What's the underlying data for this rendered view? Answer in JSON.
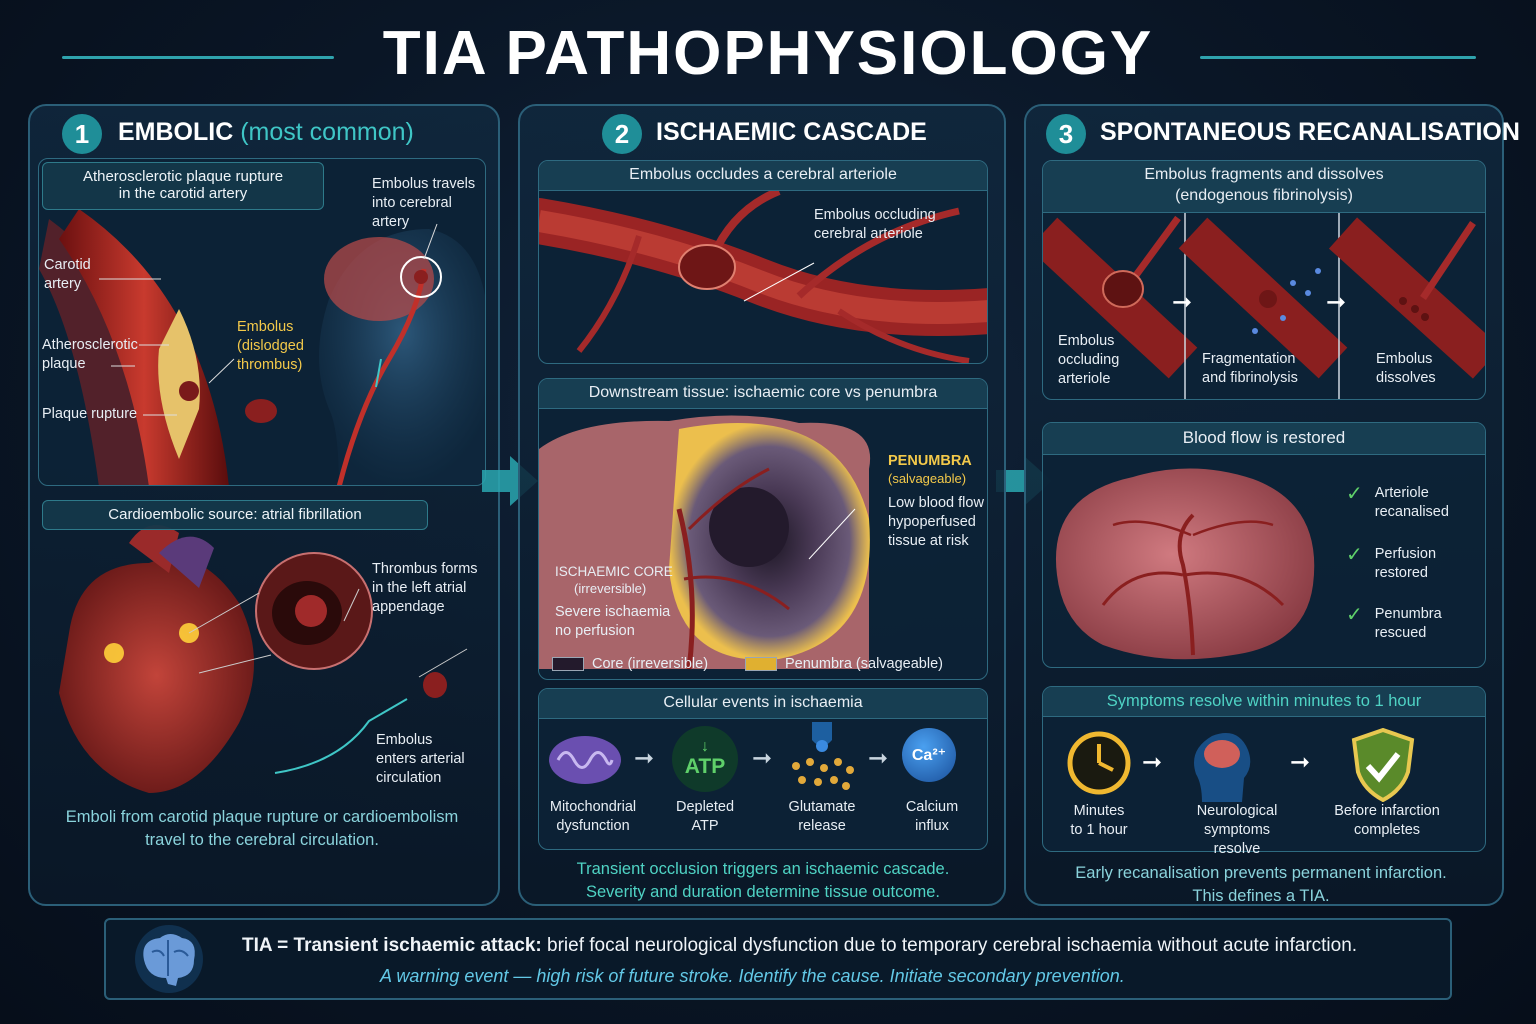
{
  "title": "TIA PATHOPHYSIOLOGY",
  "colors": {
    "accent": "#2fa3ad",
    "highlight": "#3fc6c6",
    "penumbra": "#f3c94a",
    "check": "#5fd06a"
  },
  "panel1": {
    "number": "1",
    "title_main": "EMBOLIC",
    "title_highlight": "(most common)",
    "carotid_box": [
      "Atherosclerotic plaque rupture",
      "in the carotid artery"
    ],
    "labels": {
      "carotid_artery": [
        "Carotid",
        "artery"
      ],
      "plaque": [
        "Atherosclerotic",
        "plaque"
      ],
      "plaque_rupture": "Plaque rupture",
      "embolus": [
        "Embolus",
        "(dislodged",
        "thrombus)"
      ],
      "embolus_travels": [
        "Embolus travels",
        "into cerebral",
        "artery"
      ]
    },
    "cardio_box": "Cardioembolic source: atrial fibrillation",
    "cardio_labels": {
      "thrombus": [
        "Thrombus forms",
        "in the left atrial",
        "appendage"
      ],
      "embolus_enters": [
        "Embolus",
        "enters arterial",
        "circulation"
      ]
    },
    "caption": [
      "Emboli from carotid plaque rupture or cardioembolism",
      "travel to the cerebral circulation."
    ]
  },
  "panel2": {
    "number": "2",
    "title": "ISCHAEMIC CASCADE",
    "occlusion_head": "Embolus occludes a cerebral arteriole",
    "occlusion_label": [
      "Embolus occluding",
      "cerebral arteriole"
    ],
    "tissue_head": "Downstream tissue: ischaemic core vs penumbra",
    "penumbra": {
      "title": "PENUMBRA",
      "sub": "(salvageable)",
      "desc": [
        "Low blood flow",
        "hypoperfused",
        "tissue at risk"
      ]
    },
    "core": {
      "title": "ISCHAEMIC CORE",
      "sub": "(irreversible)",
      "desc": [
        "Severe ischaemia",
        "no perfusion"
      ]
    },
    "legend": {
      "core": "Core (irreversible)",
      "penumbra": "Penumbra (salvageable)"
    },
    "cellular_head": "Cellular events in ischaemia",
    "cellular_events": [
      {
        "icon": "mitochondrion-icon",
        "label": [
          "Mitochondrial",
          "dysfunction"
        ]
      },
      {
        "icon": "atp-icon",
        "text": "ATP",
        "label": [
          "Depleted",
          "ATP"
        ]
      },
      {
        "icon": "glutamate-icon",
        "label": [
          "Glutamate",
          "release"
        ]
      },
      {
        "icon": "calcium-icon",
        "text": "Ca²⁺",
        "label": [
          "Calcium",
          "influx"
        ]
      }
    ],
    "caption": [
      "Transient occlusion triggers an ischaemic cascade.",
      "Severity and duration determine tissue outcome."
    ]
  },
  "panel3": {
    "number": "3",
    "title": "SPONTANEOUS RECANALISATION",
    "frag_head": [
      "Embolus fragments and dissolves",
      "(endogenous fibrinolysis)"
    ],
    "frag_steps": [
      [
        "Embolus",
        "occluding",
        "arteriole"
      ],
      [
        "Fragmentation",
        "and fibrinolysis"
      ],
      [
        "Embolus",
        "dissolves"
      ]
    ],
    "flow_head": "Blood flow is restored",
    "checks": [
      [
        "Arteriole",
        "recanalised"
      ],
      [
        "Perfusion",
        "restored"
      ],
      [
        "Penumbra",
        "rescued"
      ]
    ],
    "symptoms_head": "Symptoms resolve within minutes to 1 hour",
    "symptom_steps": [
      {
        "icon": "clock-icon",
        "label": [
          "Minutes",
          "to 1 hour"
        ]
      },
      {
        "icon": "head-brain-icon",
        "label": [
          "Neurological",
          "symptoms",
          "resolve"
        ]
      },
      {
        "icon": "shield-check-icon",
        "label": [
          "Before infarction",
          "completes"
        ]
      }
    ],
    "caption": [
      "Early recanalisation prevents permanent infarction.",
      "This defines a TIA."
    ]
  },
  "footer": {
    "bold": "TIA = Transient ischaemic attack:",
    "rest": " brief focal neurological dysfunction due to temporary cerebral ischaemia without acute infarction.",
    "italic": "A warning event — high risk of future stroke. Identify the cause. Initiate secondary prevention."
  }
}
